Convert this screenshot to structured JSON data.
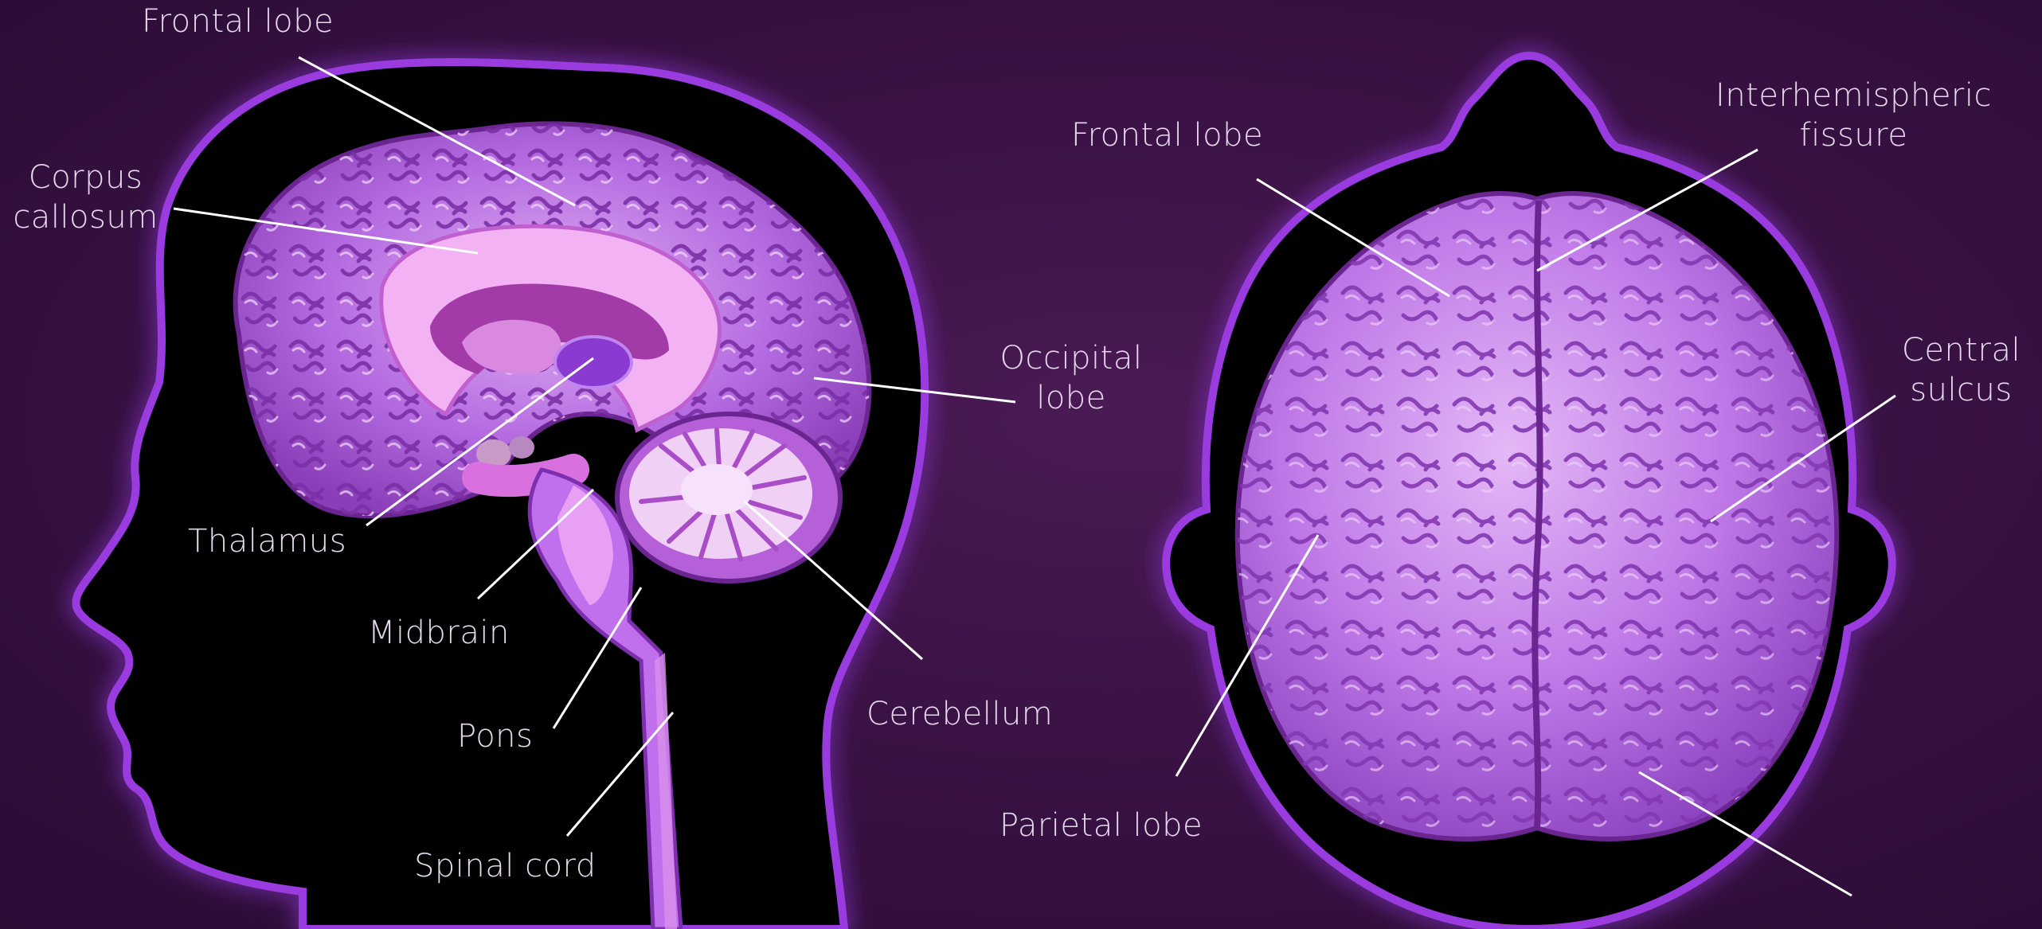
{
  "side_view": {
    "labels": {
      "frontal_lobe": "Frontal lobe",
      "corpus_callosum_1": "Corpus",
      "corpus_callosum_2": "callosum",
      "occipital_lobe_1": "Occipital",
      "occipital_lobe_2": "lobe",
      "thalamus": "Thalamus",
      "midbrain": "Midbrain",
      "pons": "Pons",
      "cerebellum": "Cerebellum",
      "spinal_cord": "Spinal cord"
    }
  },
  "top_view": {
    "labels": {
      "frontal_lobe": "Frontal lobe",
      "interhemispheric_1": "Interhemispheric",
      "interhemispheric_2": "fissure",
      "central_sulcus_1": "Central",
      "central_sulcus_2": "sulcus",
      "parietal_lobe": "Parietal lobe"
    }
  },
  "colors": {
    "background": "#3a1245",
    "glow": "#8a2fd0",
    "silhouette": "#000000",
    "brain_light": "#d9a2f0",
    "brain_mid": "#b56ae0",
    "brain_dark": "#7a2f9e",
    "inner_pink": "#f0a8f0",
    "label_text": "#e6d9ec",
    "leader_line": "#ffffff"
  }
}
